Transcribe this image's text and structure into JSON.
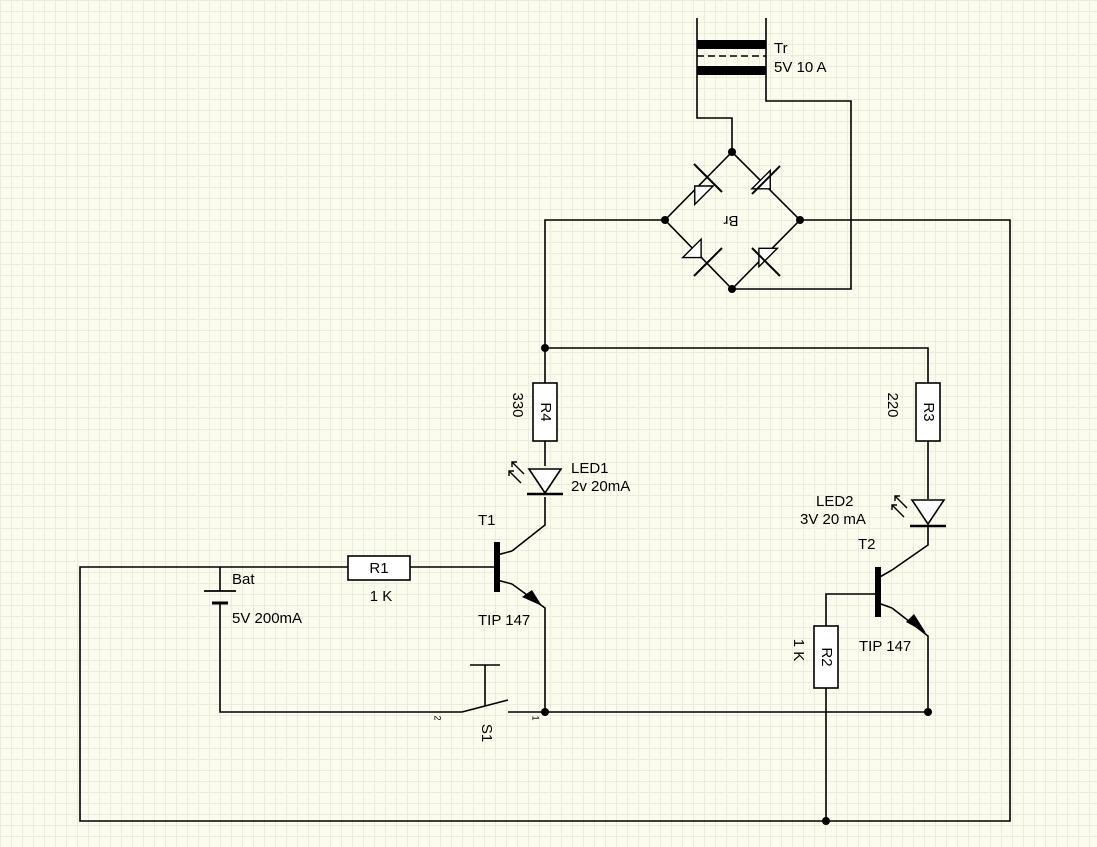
{
  "transformer": {
    "ref": "Tr",
    "value": "5V 10 A"
  },
  "bridge": {
    "ref": "Br"
  },
  "r4": {
    "ref": "R4",
    "value": "330"
  },
  "r3": {
    "ref": "R3",
    "value": "220"
  },
  "led1": {
    "ref": "LED1",
    "value": "2v 20mA"
  },
  "led2": {
    "ref": "LED2",
    "value": "3V 20 mA"
  },
  "t1": {
    "ref": "T1",
    "value": "TIP 147"
  },
  "t2": {
    "ref": "T2",
    "value": "TIP 147"
  },
  "r1": {
    "ref": "R1",
    "value": "1 K"
  },
  "r2": {
    "ref": "R2",
    "value": "1 K"
  },
  "battery": {
    "ref": "Bat",
    "value": "5V 200mA"
  },
  "switch": {
    "ref": "S1",
    "pin1": "1",
    "pin2": "2"
  }
}
